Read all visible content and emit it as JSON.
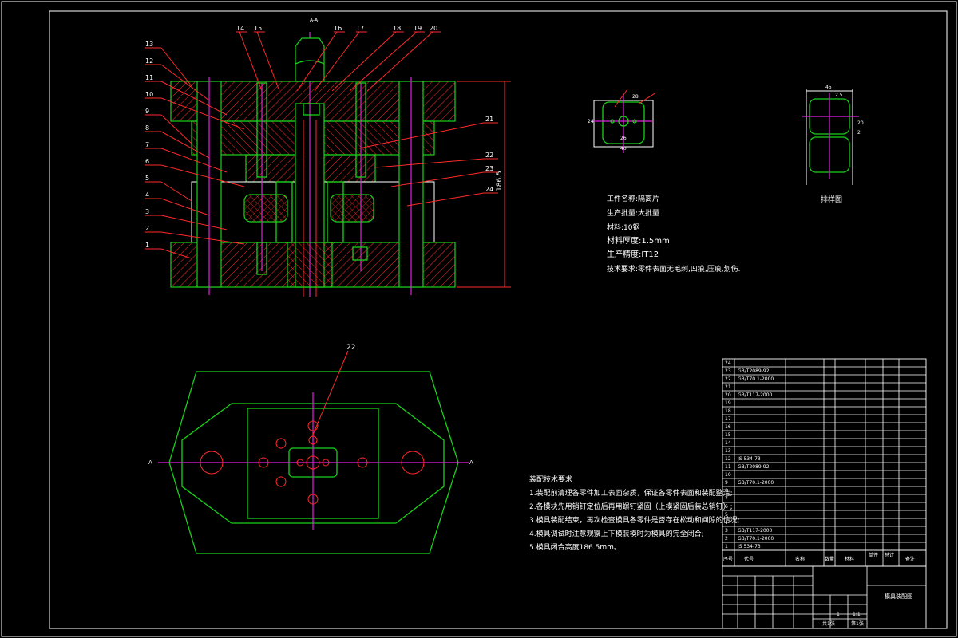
{
  "section_label": "A-A",
  "callouts": {
    "left": [
      "13",
      "12",
      "11",
      "10",
      "9",
      "8",
      "7",
      "6",
      "5",
      "4",
      "3",
      "2",
      "1"
    ],
    "top": [
      "14",
      "15",
      "16",
      "17",
      "18",
      "19",
      "20"
    ],
    "right": [
      "21",
      "22",
      "23",
      "24"
    ],
    "plan": "22"
  },
  "overall_height_dim": "186.5",
  "part_sketch": {
    "dims": [
      "26",
      "40",
      "24",
      "28"
    ]
  },
  "strip_layout": {
    "dims": [
      "45",
      "2.5",
      "20",
      "2"
    ],
    "caption": "排样图"
  },
  "workpiece_info": [
    "工件名称:隔离片",
    "生产批量:大批量",
    "材料:10钢",
    "材料厚度:1.5mm",
    "生产精度:IT12",
    "技术要求:零件表面无毛刺,凹痕,压痕,划伤."
  ],
  "plan_section_marks": [
    "A",
    "A"
  ],
  "assembly_requirements": {
    "title": "装配技术要求",
    "items": [
      "1.装配前清理各零件加工表面杂质，保证各零件表面和装配整洁;",
      "2.各模块先用销钉定位后再用螺钉紧固（上模紧固后装总销钉）;",
      "3.模具装配结束，再次检查模具各零件是否存在松动和间隙的情况;",
      "4.模具调试时注意观察上下模装模时为模具的完全闭合;",
      "5.模具闭合高度186.5mm。"
    ]
  },
  "bom": {
    "row_numbers": [
      "24",
      "23",
      "22",
      "21",
      "20",
      "19",
      "18",
      "17",
      "16",
      "15",
      "14",
      "13",
      "12",
      "11",
      "10",
      "9",
      "8",
      "7",
      "6",
      "5",
      "4",
      "3",
      "2",
      "1"
    ],
    "standards": [
      "",
      "GB/T2089-92",
      "GB/T70.1-2000",
      "",
      "GB/T117-2000",
      "",
      "",
      "",
      "",
      "",
      "",
      "",
      "JS 534-73",
      "GB/T2089-92",
      "",
      "GB/T70.1-2000",
      "",
      "",
      "",
      "",
      "",
      "GB/T117-2000",
      "GB/T70.1-2000",
      "JS 534-73"
    ],
    "header": [
      "序号",
      "代号",
      "名称",
      "数量",
      "材料",
      "单件",
      "总计",
      "备注"
    ]
  },
  "title_block": {
    "drawing_name": "模具装配图",
    "sheet_info": [
      "共1张",
      "第1张"
    ],
    "scale_row": [
      "1",
      "1:1"
    ]
  }
}
